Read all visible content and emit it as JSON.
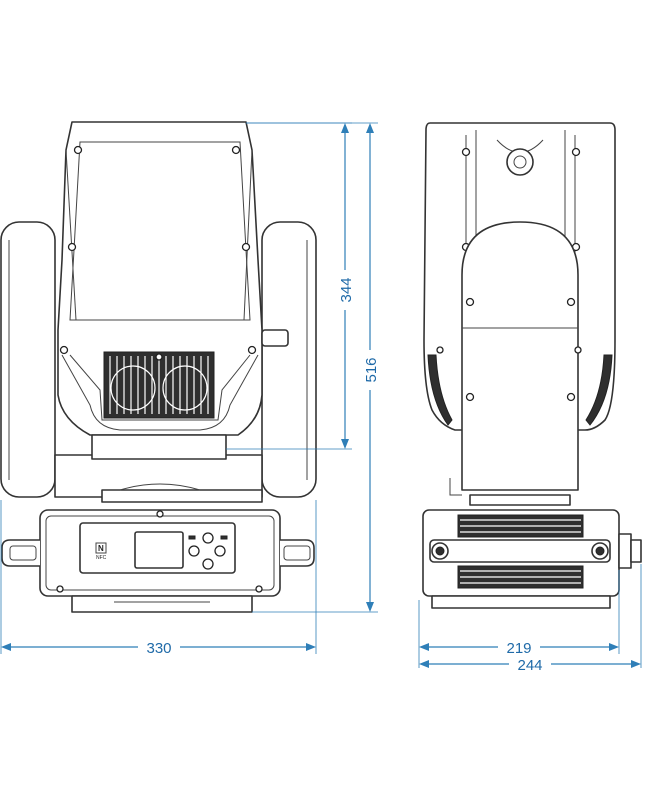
{
  "dimensions": {
    "head_height": "344",
    "total_height": "516",
    "front_width": "330",
    "side_base_width": "219",
    "side_total_width": "244"
  },
  "panel": {
    "nfc_symbol": "N",
    "nfc_label": "NFC"
  },
  "colors": {
    "dimension": "#2f7fb8",
    "outline": "#333333"
  }
}
